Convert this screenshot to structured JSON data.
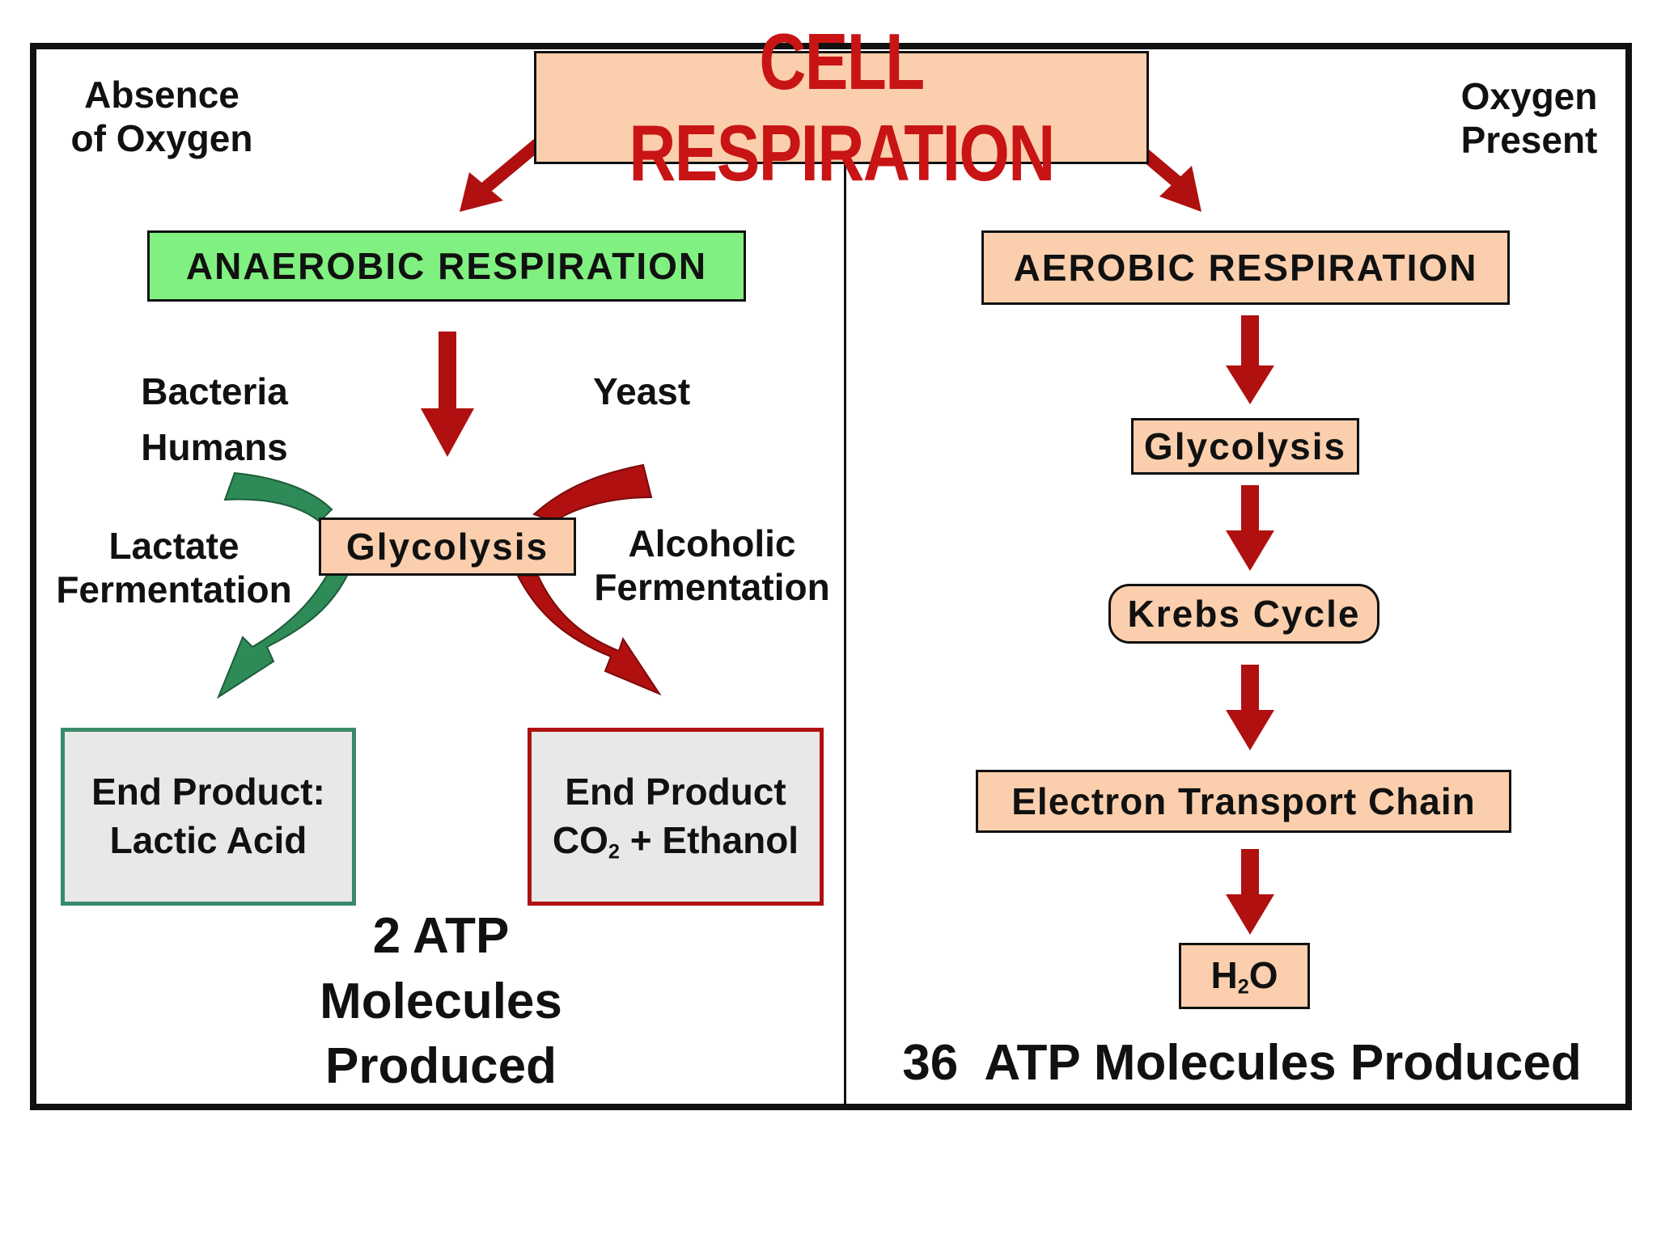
{
  "title": "CELL RESPIRATION",
  "conditions": {
    "absence": [
      "Absence",
      "of Oxygen"
    ],
    "present": [
      "Oxygen",
      "Present"
    ]
  },
  "anaerobic": {
    "label": "ANAEROBIC RESPIRATION",
    "organisms_left": [
      "Bacteria",
      "Humans"
    ],
    "organisms_right": "Yeast",
    "glycolysis": "Glycolysis",
    "lactate": [
      "Lactate",
      "Fermentation"
    ],
    "alcoholic": [
      "Alcoholic",
      "Fermentation"
    ],
    "end_lactic": [
      "End Product:",
      "Lactic Acid"
    ],
    "end_ethanol": {
      "line1": "End Product",
      "co": "CO",
      "sub": "2",
      "rest": " + Ethanol"
    },
    "atp": [
      "2 ATP",
      "Molecules",
      "Produced"
    ]
  },
  "aerobic": {
    "label": "AEROBIC RESPIRATION",
    "glycolysis": "Glycolysis",
    "krebs": "Krebs Cycle",
    "etc": "Electron Transport Chain",
    "water": {
      "h": "H",
      "sub": "2",
      "o": "O"
    },
    "atp": "36  ATP Molecules Produced"
  },
  "colors": {
    "peach": "#fbcfad",
    "green_box": "#80f180",
    "red_arrow": "#b01010",
    "green_arrow": "#2e8b57",
    "title_red": "#c81414"
  }
}
